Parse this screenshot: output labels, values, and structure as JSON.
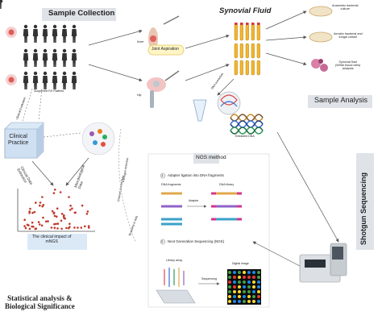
{
  "titles": {
    "sample_collection": "Sample Collection",
    "synovial_fluid": "Synovial Fluid",
    "sample_analysis": "Sample Analysis",
    "shotgun_sequencing": "Shotgun Sequencing",
    "ngs_method": "NGS method",
    "statistical": "Statistical analysis &\nBiological Significance"
  },
  "labels": {
    "knee": "Knee",
    "hip": "Hip",
    "joint_aspiration": "Joint Aspiration",
    "suspected_patients": "Suspected PJI Patients",
    "clinical_evaluation": "Clinical Evaluation",
    "clinical_practice": "Clinical\nPractice",
    "clinical_data_extraction": "Clinical Data\nExtraction",
    "microbiological_data": "Microbiological\nData",
    "dna_extraction": "DNA extraction",
    "extracted_dna": "Extracted DNA",
    "cultures": [
      "Anaerobic bacterial\nculture",
      "Aerobic bacterial and\nfungal culture",
      "Synovial fluid\n(White blood cells)\nanalysis"
    ],
    "step1": "Adapter ligation into DNA fragments",
    "step2": "Next Generation Sequencing (NGS)",
    "dna_fragments": "DNA fragments",
    "dna_library": "DNA library",
    "adapter": "Adapter",
    "library_array": "Library array",
    "sequencing": "Sequencing",
    "digital_image": "Digital image",
    "clinical_impact": "The clinical impact of\nmNGS",
    "arc_pathogen": "Pathogen detection",
    "arc_channel": "Channel & work flow",
    "arc_biosafety": "Biosafety & data",
    "arc_steps": [
      "1",
      "2"
    ]
  },
  "colors": {
    "title_box": "#dfe3e8",
    "arrow": "#555555",
    "scatter": "#c0392b",
    "practice_box": "#dbe9f7"
  }
}
